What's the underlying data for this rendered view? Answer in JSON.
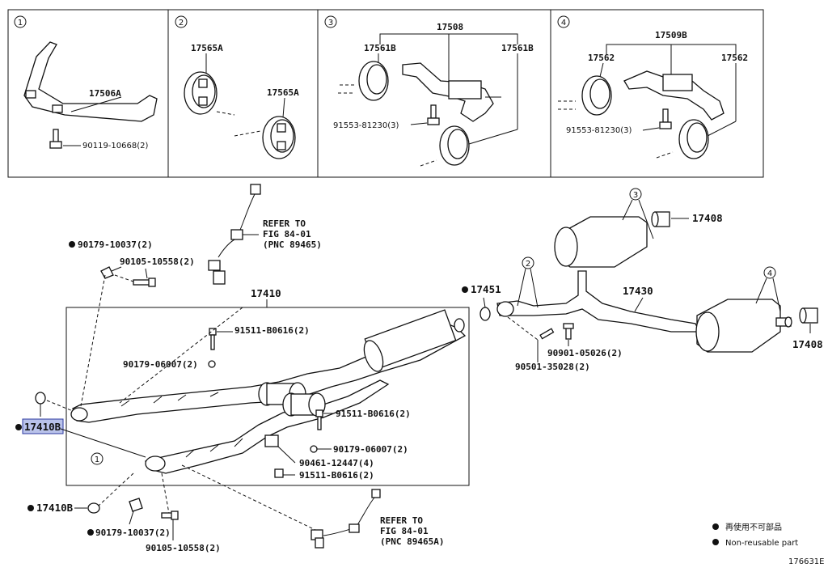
{
  "panels": [
    {
      "num": "1",
      "labels": [
        "17506A",
        "90119-10668(2)"
      ]
    },
    {
      "num": "2",
      "labels": [
        "17565A",
        "17565A"
      ]
    },
    {
      "num": "3",
      "labels": [
        "17508",
        "17561B",
        "17561B",
        "91553-81230(3)"
      ]
    },
    {
      "num": "4",
      "labels": [
        "17509B",
        "17562",
        "17562",
        "91553-81230(3)"
      ]
    }
  ],
  "main": {
    "refer_top": [
      "REFER TO",
      "FIG 84-01",
      "(PNC 89465)"
    ],
    "refer_bottom": [
      "REFER TO",
      "FIG 84-01",
      "(PNC 89465A)"
    ],
    "labels": {
      "l_90179_10037_top": "90179-10037(2)",
      "l_90105_10558_top": "90105-10558(2)",
      "l_17410": "17410",
      "l_91511_b0616_a": "91511-B0616(2)",
      "l_90179_06007_a": "90179-06007(2)",
      "l_17410b_top": "17410B",
      "l_91511_b0616_b": "91511-B0616(2)",
      "l_90179_06007_b": "90179-06007(2)",
      "l_90461_12447": "90461-12447(4)",
      "l_91511_b0616_c": "91511-B0616(2)",
      "l_17410b_bot": "17410B",
      "l_90179_10037_bot": "90179-10037(2)",
      "l_90105_10558_bot": "90105-10558(2)",
      "l_17451": "17451",
      "l_17430": "17430",
      "l_17408_top": "17408",
      "l_17408_right": "17408",
      "l_90901_05026": "90901-05026(2)",
      "l_90501_35028": "90501-35028(2)",
      "callout_1": "1",
      "callout_2": "2",
      "callout_3": "3",
      "callout_4": "4"
    }
  },
  "legend": {
    "item1": "再使用不可部品",
    "item2": "Non-reusable part"
  },
  "figure_id": "176631E"
}
